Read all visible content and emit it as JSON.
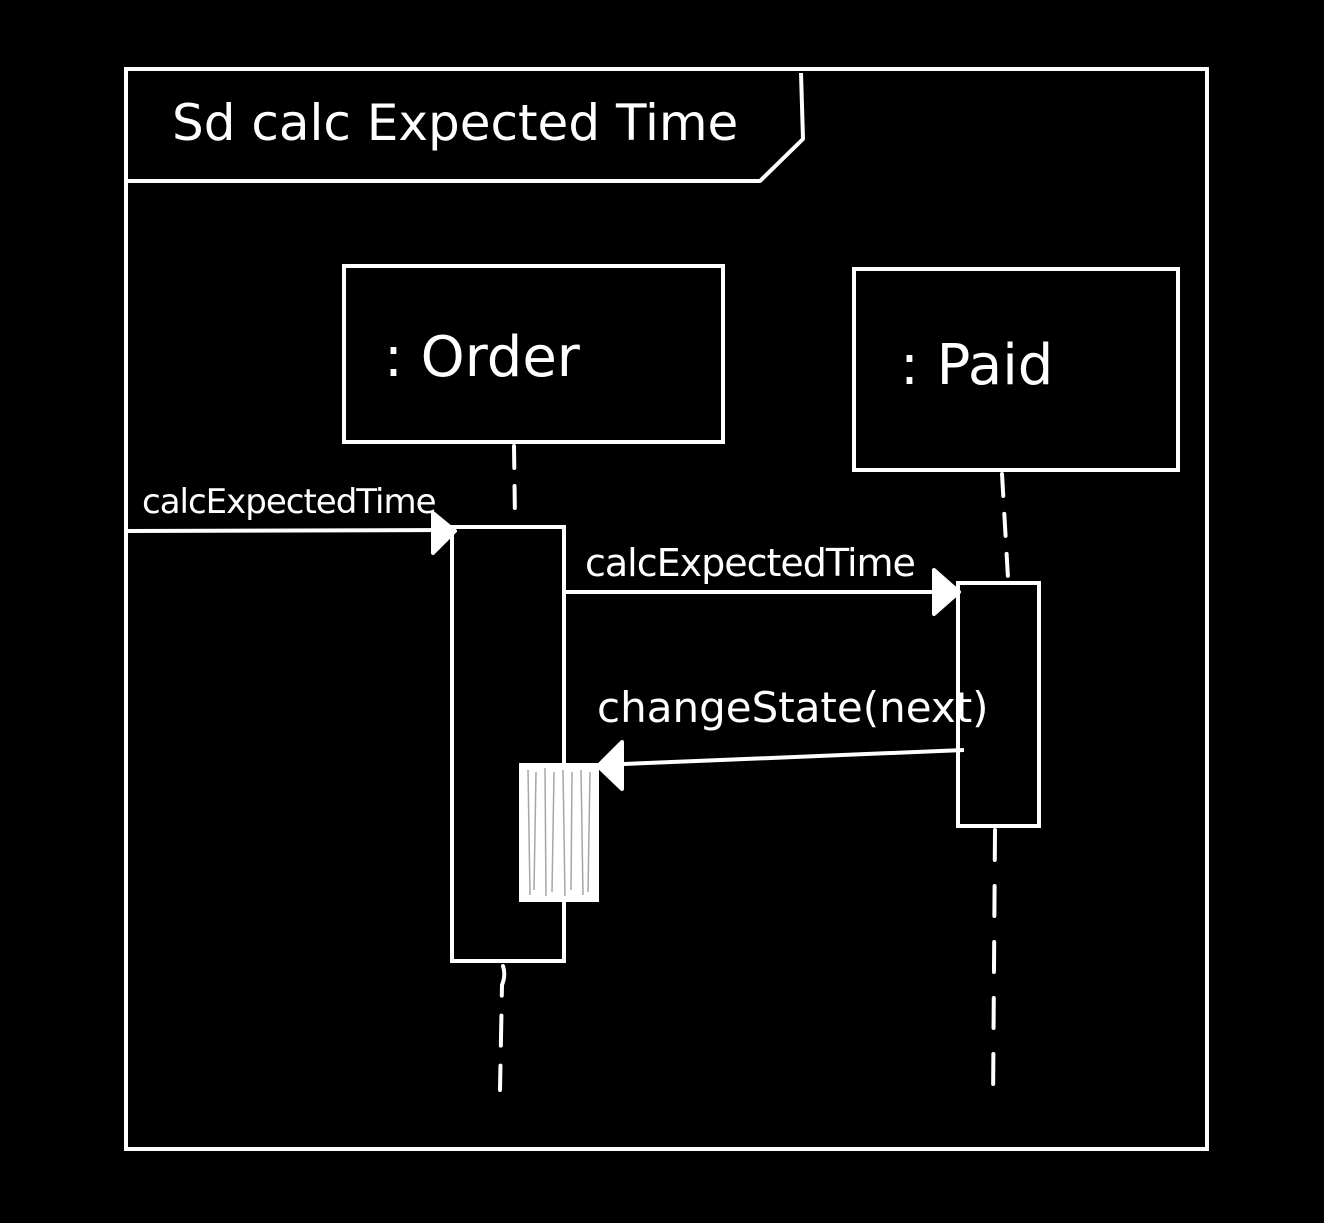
{
  "frame": {
    "title": "Sd calc Expected Time"
  },
  "lifelines": [
    {
      "id": "order",
      "label": ": Order"
    },
    {
      "id": "paid",
      "label": ": Paid"
    }
  ],
  "messages": [
    {
      "id": "m1",
      "label": "calcExpectedTime",
      "from": "outside",
      "to": "order"
    },
    {
      "id": "m2",
      "label": "calcExpectedTime",
      "from": "order",
      "to": "paid"
    },
    {
      "id": "m3",
      "label": "changeState(next)",
      "from": "paid",
      "to": "order"
    }
  ],
  "colors": {
    "background": "#000000",
    "ink": "#ffffff"
  }
}
